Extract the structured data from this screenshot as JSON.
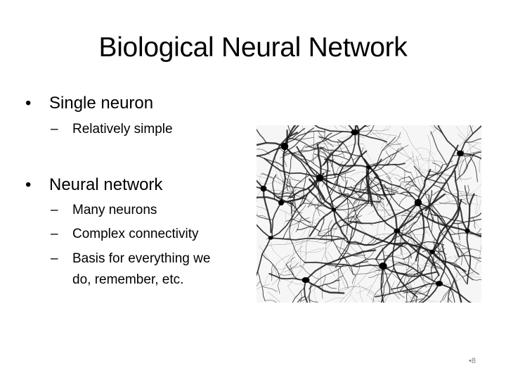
{
  "slide": {
    "title": "Biological Neural Network",
    "bullets": [
      {
        "text": "Single neuron",
        "subitems": [
          "Relatively simple"
        ]
      },
      {
        "text": "Neural network",
        "subitems": [
          "Many neurons",
          "Complex connectivity",
          "Basis for everything we",
          "do, remember, etc."
        ]
      }
    ],
    "bullet_symbol": "•",
    "dash_symbol": "–",
    "page_number": "8",
    "page_number_prefix": "•",
    "image": {
      "name": "neuron-network-micrograph",
      "palette": {
        "background": "#f6f6f6",
        "neurite": "#1a1a1a",
        "soma": "#000000"
      }
    }
  }
}
